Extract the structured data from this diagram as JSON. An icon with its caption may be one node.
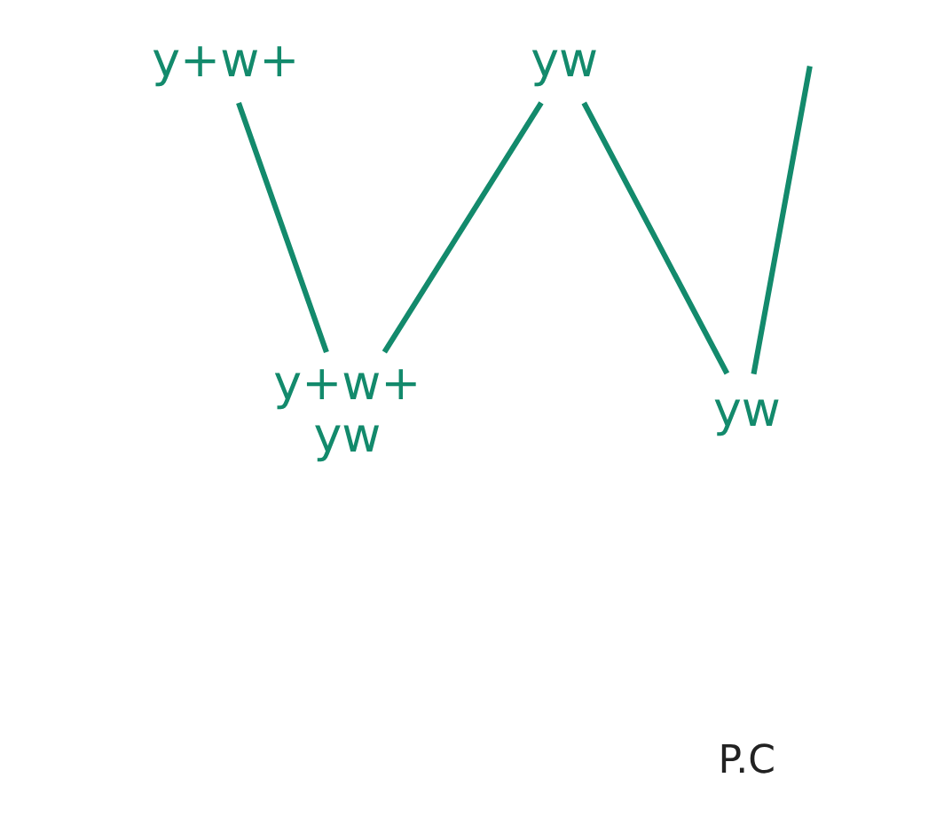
{
  "diagram": {
    "nodes": [
      {
        "text": [
          "yw"
        ]
      },
      {
        "text": [
          "y+w+"
        ]
      },
      {
        "text": [
          "y+w+",
          "yw"
        ]
      },
      {
        "text": [
          "yw"
        ]
      }
    ],
    "edges": [
      {
        "from": 0,
        "to": 2,
        "arrow": "none"
      },
      {
        "from": 2,
        "to": 1,
        "arrow": "none"
      },
      {
        "from": 0,
        "to": 3,
        "arrow": "none"
      },
      {
        "from": 3,
        "to": null,
        "arrow": "none"
      }
    ],
    "labels": [
      "P.C"
    ]
  }
}
